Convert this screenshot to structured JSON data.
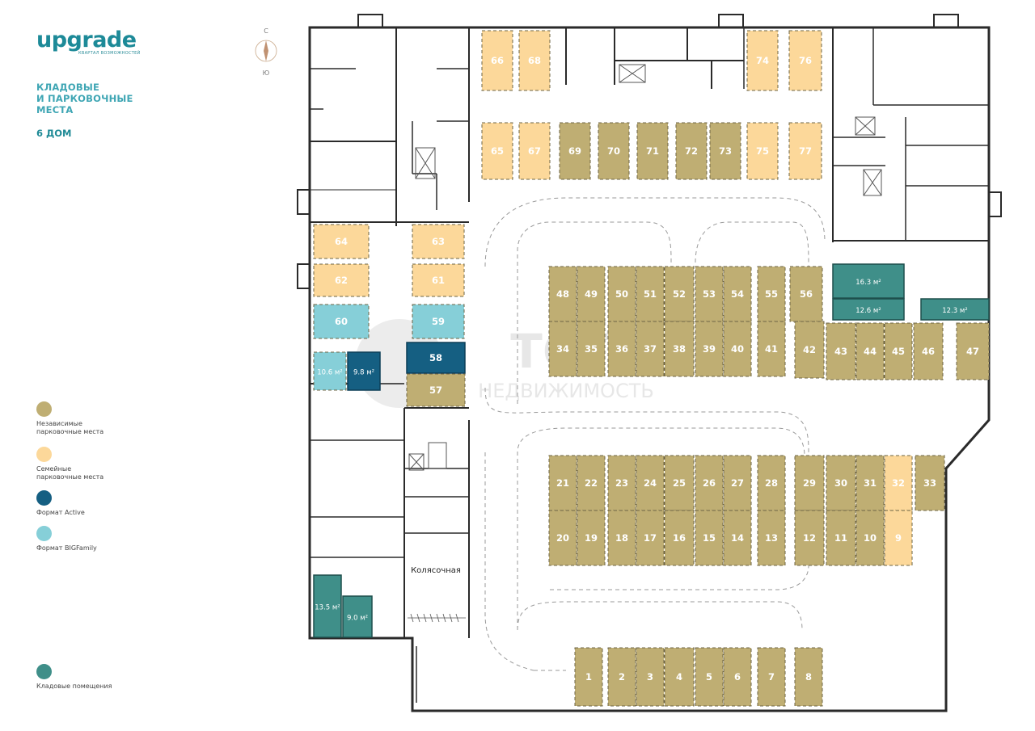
{
  "brand": {
    "logo": "upgrade",
    "tagline": "КВАРТАЛ ВОЗМОЖНОСТЕЙ"
  },
  "title": {
    "line1": "КЛАДОВЫЕ",
    "line2": "И ПАРКОВОЧНЫЕ",
    "line3": "МЕСТА"
  },
  "house": "6 ДОМ",
  "compass": {
    "north": "С",
    "south": "Ю"
  },
  "watermark": {
    "line1": "ТОП",
    "line2": "НЕДВИЖИМОСТЬ"
  },
  "colors": {
    "independent": "#bfae73",
    "family": "#fcd89a",
    "active": "#155f82",
    "bigfamily": "#86cfd8",
    "storage": "#3f8f89",
    "brand": "#1d8a98"
  },
  "legend": [
    {
      "key": "independent",
      "color": "#bfae73",
      "line1": "Независимые",
      "line2": "парковочные места"
    },
    {
      "key": "family",
      "color": "#fcd89a",
      "line1": "Семейные",
      "line2": "парковочные места"
    },
    {
      "key": "active",
      "color": "#155f82",
      "line1": "Формат Active",
      "line2": ""
    },
    {
      "key": "bigfamily",
      "color": "#86cfd8",
      "line1": "Формат BIGFamily",
      "line2": ""
    },
    {
      "key": "storage",
      "color": "#3f8f89",
      "line1": "Кладовые помещения",
      "line2": ""
    }
  ],
  "room_label": "Колясочная",
  "spots": [
    {
      "label": "66",
      "type": "family"
    },
    {
      "label": "68",
      "type": "family"
    },
    {
      "label": "74",
      "type": "family"
    },
    {
      "label": "76",
      "type": "family"
    },
    {
      "label": "65",
      "type": "family"
    },
    {
      "label": "67",
      "type": "family"
    },
    {
      "label": "69",
      "type": "independent"
    },
    {
      "label": "70",
      "type": "independent"
    },
    {
      "label": "71",
      "type": "independent"
    },
    {
      "label": "72",
      "type": "independent"
    },
    {
      "label": "73",
      "type": "independent"
    },
    {
      "label": "75",
      "type": "family"
    },
    {
      "label": "77",
      "type": "family"
    },
    {
      "label": "64",
      "type": "family"
    },
    {
      "label": "63",
      "type": "family"
    },
    {
      "label": "62",
      "type": "family"
    },
    {
      "label": "61",
      "type": "family"
    },
    {
      "label": "60",
      "type": "bigfamily"
    },
    {
      "label": "59",
      "type": "bigfamily"
    },
    {
      "label": "10.6 м²",
      "type": "bigfamily"
    },
    {
      "label": "9.8 м²",
      "type": "active"
    },
    {
      "label": "58",
      "type": "active"
    },
    {
      "label": "57",
      "type": "independent"
    },
    {
      "label": "48",
      "type": "independent"
    },
    {
      "label": "49",
      "type": "independent"
    },
    {
      "label": "50",
      "type": "independent"
    },
    {
      "label": "51",
      "type": "independent"
    },
    {
      "label": "52",
      "type": "independent"
    },
    {
      "label": "53",
      "type": "independent"
    },
    {
      "label": "54",
      "type": "independent"
    },
    {
      "label": "55",
      "type": "independent"
    },
    {
      "label": "56",
      "type": "independent"
    },
    {
      "label": "16.3 м²",
      "type": "storage"
    },
    {
      "label": "12.6 м²",
      "type": "storage"
    },
    {
      "label": "12.3 м²",
      "type": "storage"
    },
    {
      "label": "34",
      "type": "independent"
    },
    {
      "label": "35",
      "type": "independent"
    },
    {
      "label": "36",
      "type": "independent"
    },
    {
      "label": "37",
      "type": "independent"
    },
    {
      "label": "38",
      "type": "independent"
    },
    {
      "label": "39",
      "type": "independent"
    },
    {
      "label": "40",
      "type": "independent"
    },
    {
      "label": "41",
      "type": "independent"
    },
    {
      "label": "42",
      "type": "independent"
    },
    {
      "label": "43",
      "type": "independent"
    },
    {
      "label": "44",
      "type": "independent"
    },
    {
      "label": "45",
      "type": "independent"
    },
    {
      "label": "46",
      "type": "independent"
    },
    {
      "label": "47",
      "type": "independent"
    },
    {
      "label": "21",
      "type": "independent"
    },
    {
      "label": "22",
      "type": "independent"
    },
    {
      "label": "23",
      "type": "independent"
    },
    {
      "label": "24",
      "type": "independent"
    },
    {
      "label": "25",
      "type": "independent"
    },
    {
      "label": "26",
      "type": "independent"
    },
    {
      "label": "27",
      "type": "independent"
    },
    {
      "label": "28",
      "type": "independent"
    },
    {
      "label": "29",
      "type": "independent"
    },
    {
      "label": "30",
      "type": "independent"
    },
    {
      "label": "31",
      "type": "independent"
    },
    {
      "label": "32",
      "type": "family"
    },
    {
      "label": "33",
      "type": "independent"
    },
    {
      "label": "20",
      "type": "independent"
    },
    {
      "label": "19",
      "type": "independent"
    },
    {
      "label": "18",
      "type": "independent"
    },
    {
      "label": "17",
      "type": "independent"
    },
    {
      "label": "16",
      "type": "independent"
    },
    {
      "label": "15",
      "type": "independent"
    },
    {
      "label": "14",
      "type": "independent"
    },
    {
      "label": "13",
      "type": "independent"
    },
    {
      "label": "12",
      "type": "independent"
    },
    {
      "label": "11",
      "type": "independent"
    },
    {
      "label": "10",
      "type": "independent"
    },
    {
      "label": "9",
      "type": "family"
    },
    {
      "label": "13.5 м²",
      "type": "storage"
    },
    {
      "label": "9.0 м²",
      "type": "storage"
    },
    {
      "label": "1",
      "type": "independent"
    },
    {
      "label": "2",
      "type": "independent"
    },
    {
      "label": "3",
      "type": "independent"
    },
    {
      "label": "4",
      "type": "independent"
    },
    {
      "label": "5",
      "type": "independent"
    },
    {
      "label": "6",
      "type": "independent"
    },
    {
      "label": "7",
      "type": "independent"
    },
    {
      "label": "8",
      "type": "independent"
    }
  ]
}
